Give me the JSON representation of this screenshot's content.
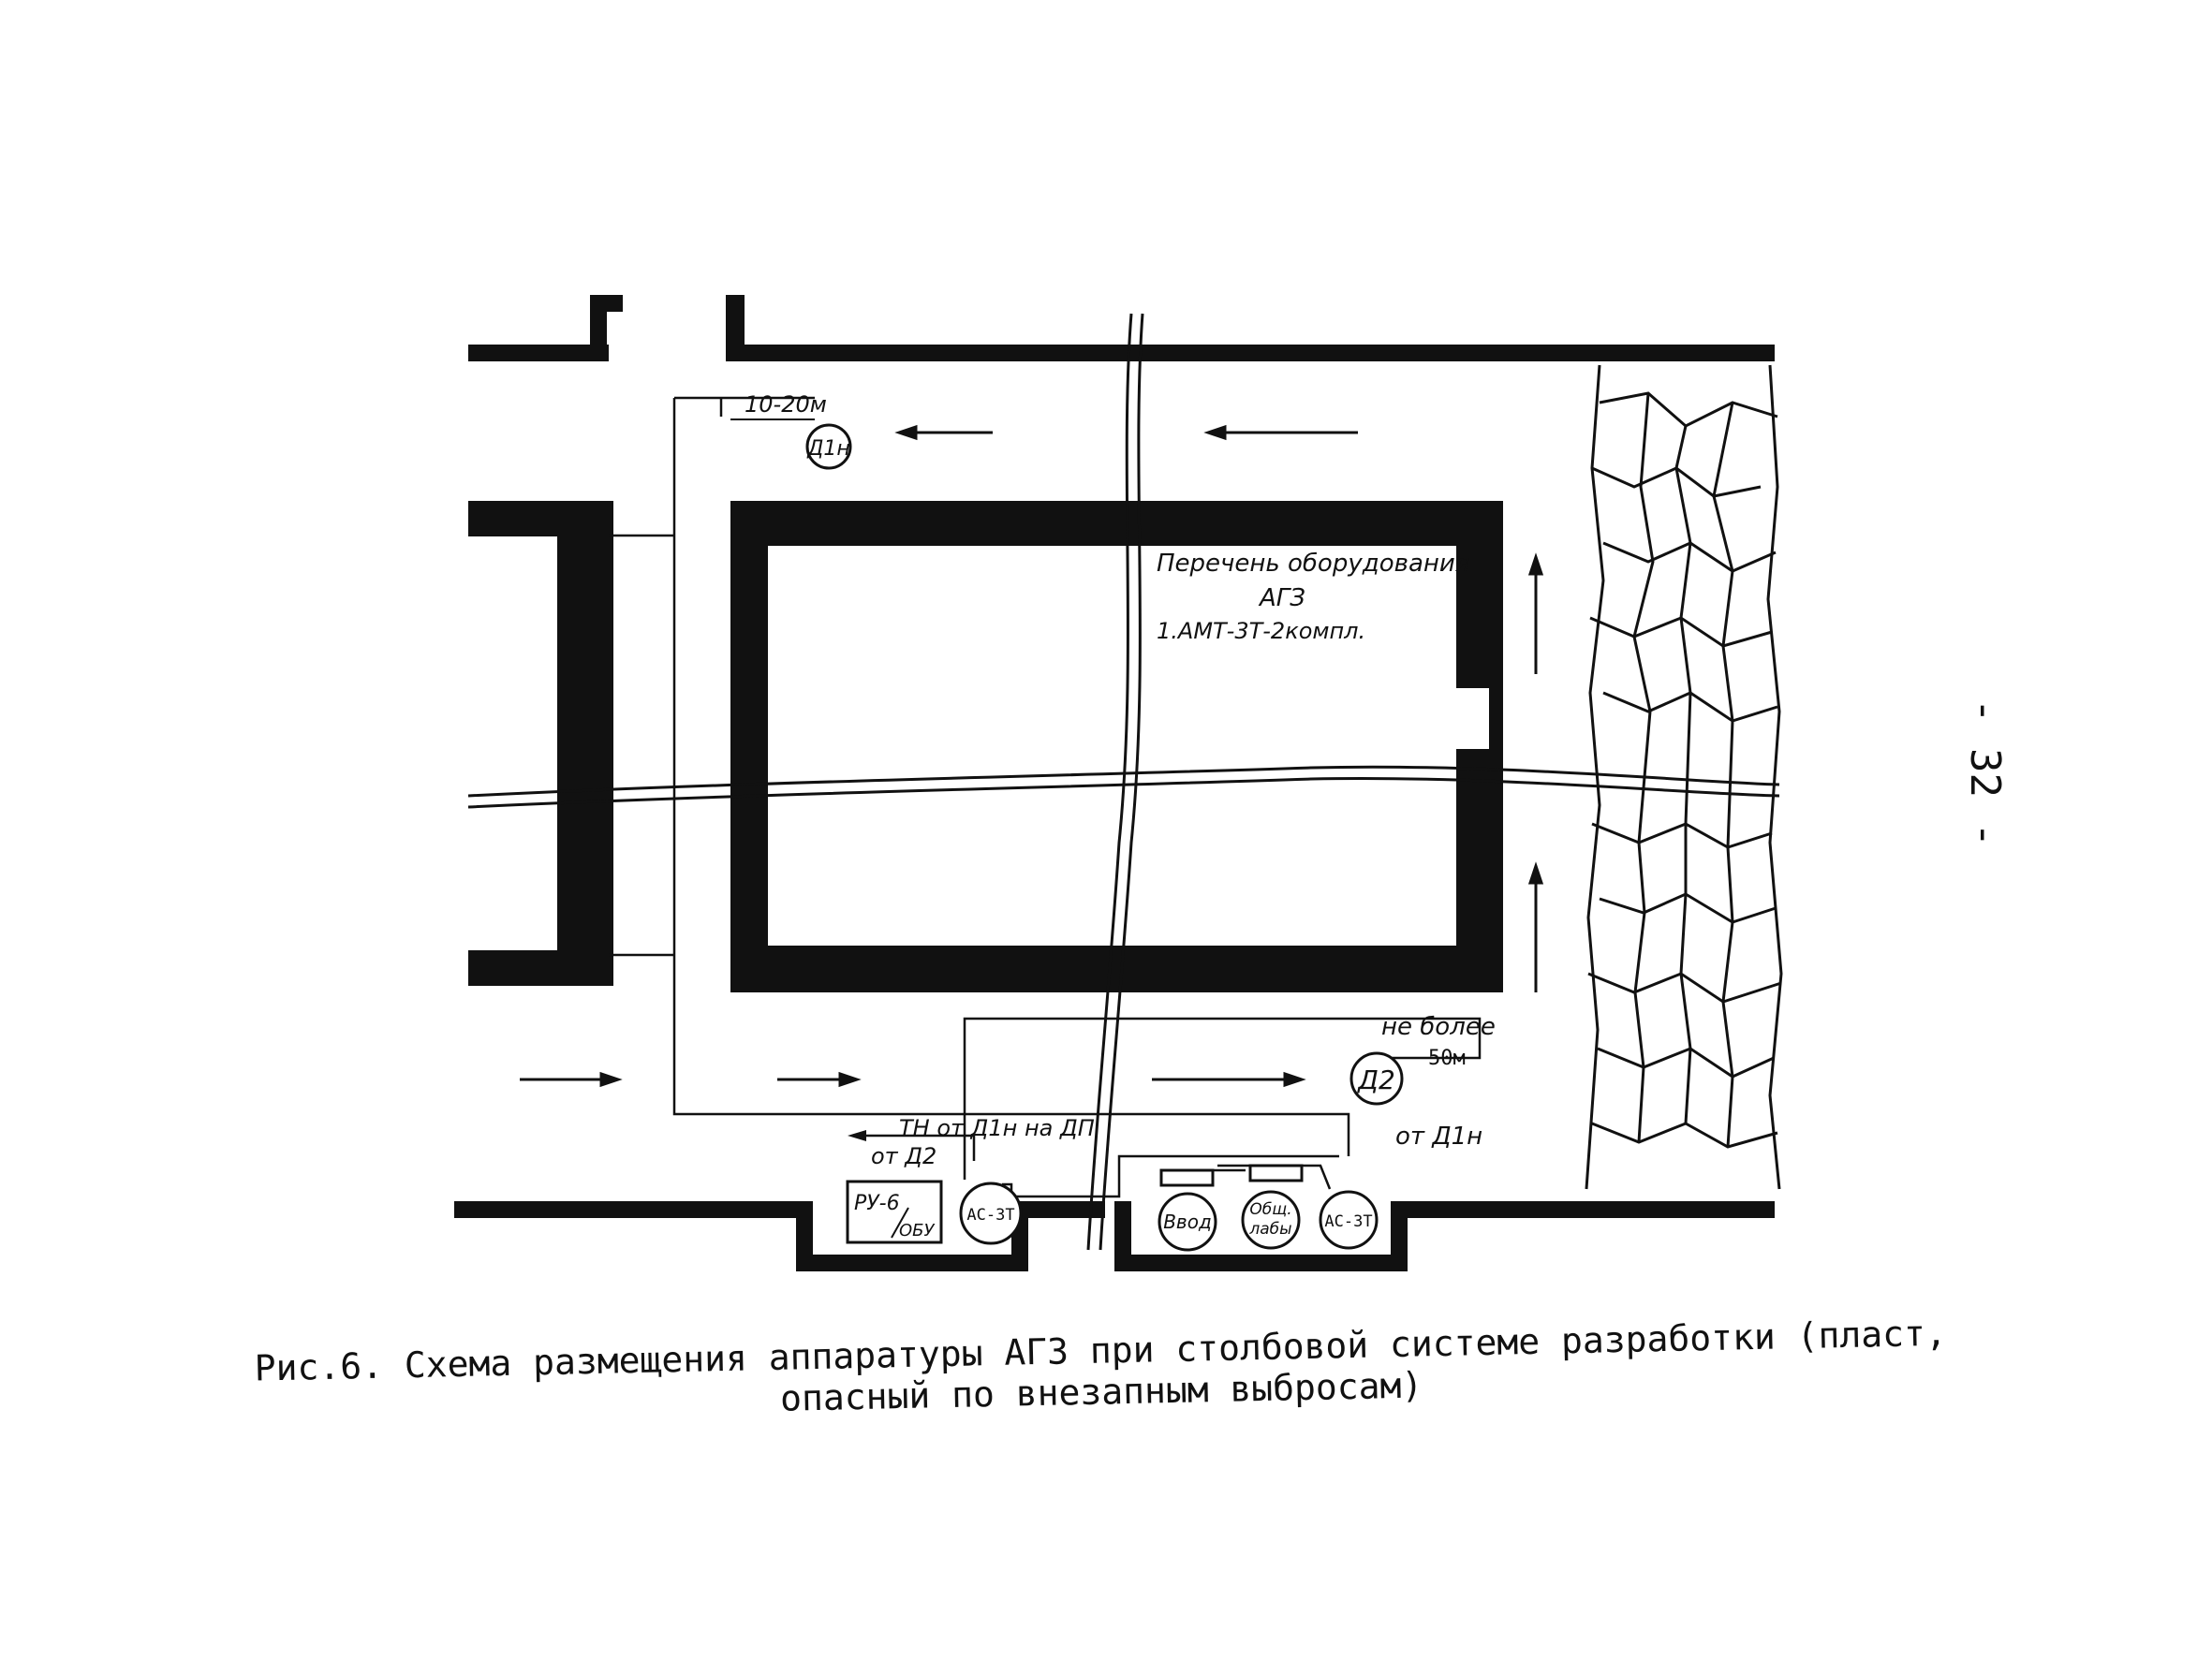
{
  "labels": {
    "distance_top": "10-20м",
    "sensor_top": "Д1н",
    "equipment_title": "Перечень оборудования",
    "equipment_system": "АГЗ",
    "equipment_item": "1.АМТ-3Т-2компл.",
    "distance_bottom_1": "не более",
    "distance_bottom_2": "50м",
    "sensor_bottom": "Д2",
    "cable_tn": "ТН от Д1н  на ДП",
    "cable_from_d2": "от Д2",
    "cable_from_d1": "от Д1н",
    "ru6_line1": "РУ-6",
    "ru6_line2": "ОБУ",
    "as3t_left": "АС-3Т",
    "input_box": "Ввод",
    "common_load_1": "Общ.",
    "common_load_2": "лабы",
    "as3t_right": "АС-3Т"
  },
  "page_number": "- 32 -",
  "caption": {
    "line1": "Рис.6. Схема размещения аппаратуры АГЗ при столбовой системе разработки (пласт,",
    "line2": "опасный по внезапным выбросам)"
  }
}
